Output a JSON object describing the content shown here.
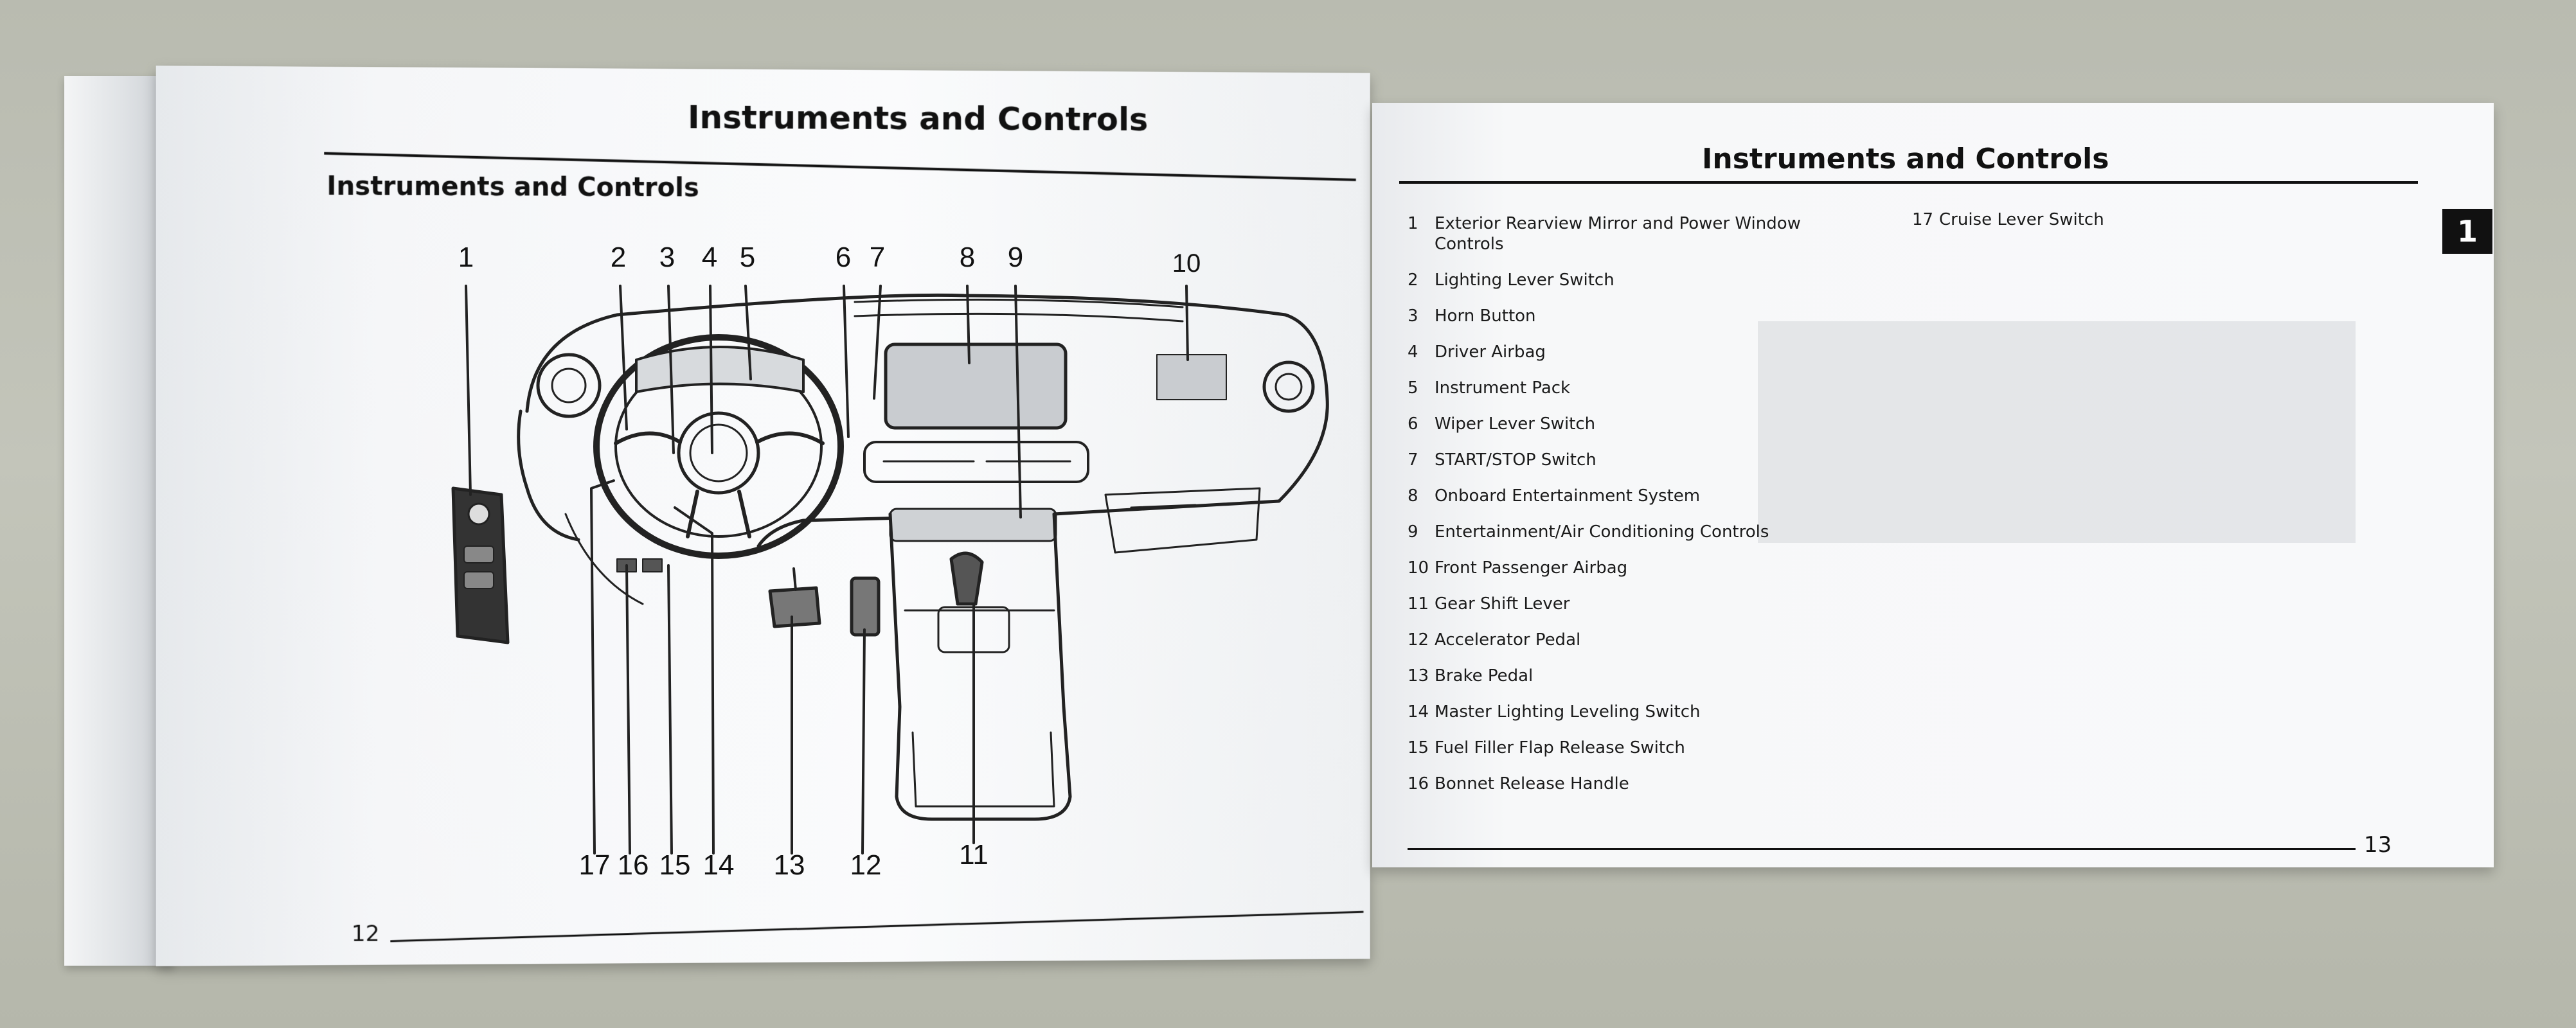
{
  "left_page": {
    "header": "Instruments and Controls",
    "subheading": "Instruments and Controls",
    "page_number": "12"
  },
  "right_page": {
    "header": "Instruments and Controls",
    "page_number": "13",
    "chapter_tab": "1"
  },
  "diagram": {
    "top_callouts": [
      "1",
      "2",
      "3",
      "4",
      "5",
      "6",
      "7",
      "8",
      "9",
      "10"
    ],
    "bottom_callouts": [
      "17",
      "16",
      "15",
      "14",
      "13",
      "12",
      "11"
    ]
  },
  "legend": {
    "column1": [
      {
        "num": "1",
        "text": "Exterior Rearview Mirror and Power Window Controls"
      },
      {
        "num": "2",
        "text": "Lighting Lever Switch"
      },
      {
        "num": "3",
        "text": "Horn Button"
      },
      {
        "num": "4",
        "text": "Driver Airbag"
      },
      {
        "num": "5",
        "text": "Instrument Pack"
      },
      {
        "num": "6",
        "text": "Wiper Lever Switch"
      },
      {
        "num": "7",
        "text": "START/STOP Switch"
      },
      {
        "num": "8",
        "text": "Onboard Entertainment System"
      },
      {
        "num": "9",
        "text": "Entertainment/Air Conditioning Controls"
      },
      {
        "num": "10",
        "text": "Front Passenger Airbag"
      },
      {
        "num": "11",
        "text": "Gear Shift Lever"
      },
      {
        "num": "12",
        "text": "Accelerator Pedal"
      },
      {
        "num": "13",
        "text": "Brake Pedal"
      },
      {
        "num": "14",
        "text": "Master Lighting Leveling Switch"
      },
      {
        "num": "15",
        "text": "Fuel Filler Flap Release Switch"
      },
      {
        "num": "16",
        "text": "Bonnet Release Handle"
      }
    ],
    "column2": [
      {
        "num": "17",
        "text": "Cruise Lever Switch"
      }
    ]
  }
}
